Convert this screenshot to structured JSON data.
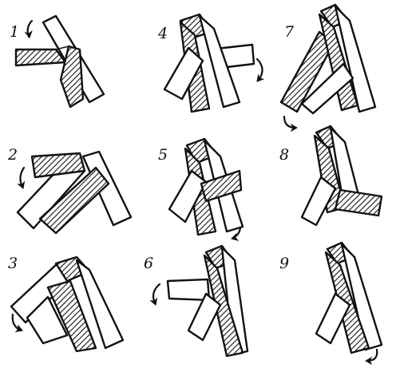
{
  "figure": {
    "steps": [
      {
        "label": "1"
      },
      {
        "label": "2"
      },
      {
        "label": "3"
      },
      {
        "label": "4"
      },
      {
        "label": "5"
      },
      {
        "label": "6"
      },
      {
        "label": "7"
      },
      {
        "label": "8"
      },
      {
        "label": "9"
      }
    ]
  }
}
